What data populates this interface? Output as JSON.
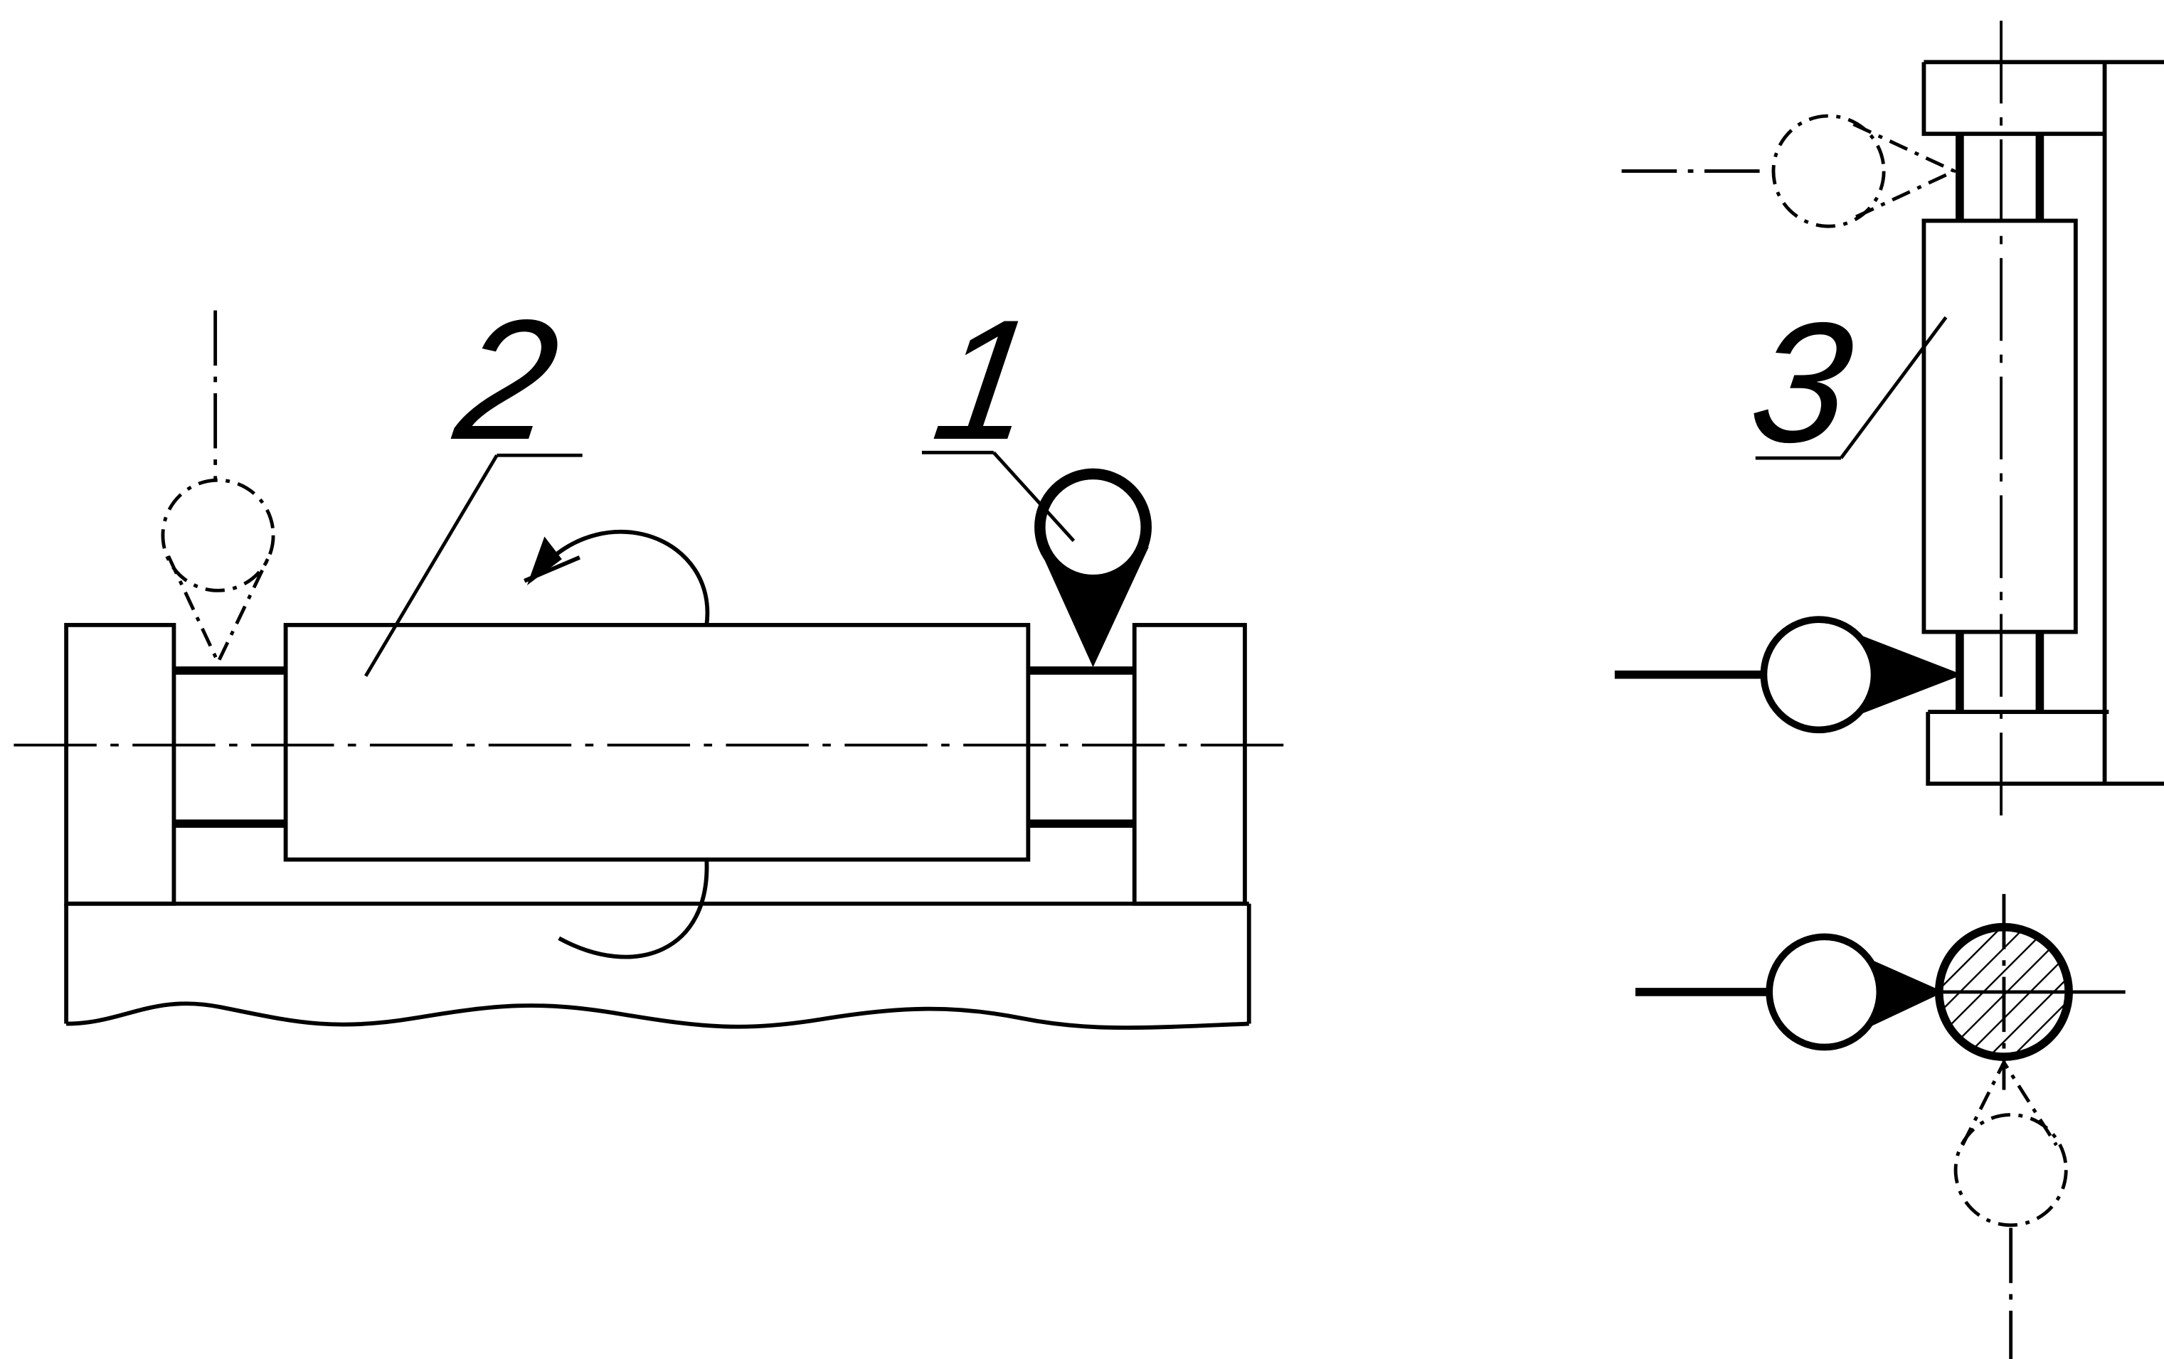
{
  "colors": {
    "background": "#ffffff",
    "ink": "#000000"
  },
  "callouts": {
    "label_1": "1",
    "label_2": "2",
    "label_3": "3"
  }
}
